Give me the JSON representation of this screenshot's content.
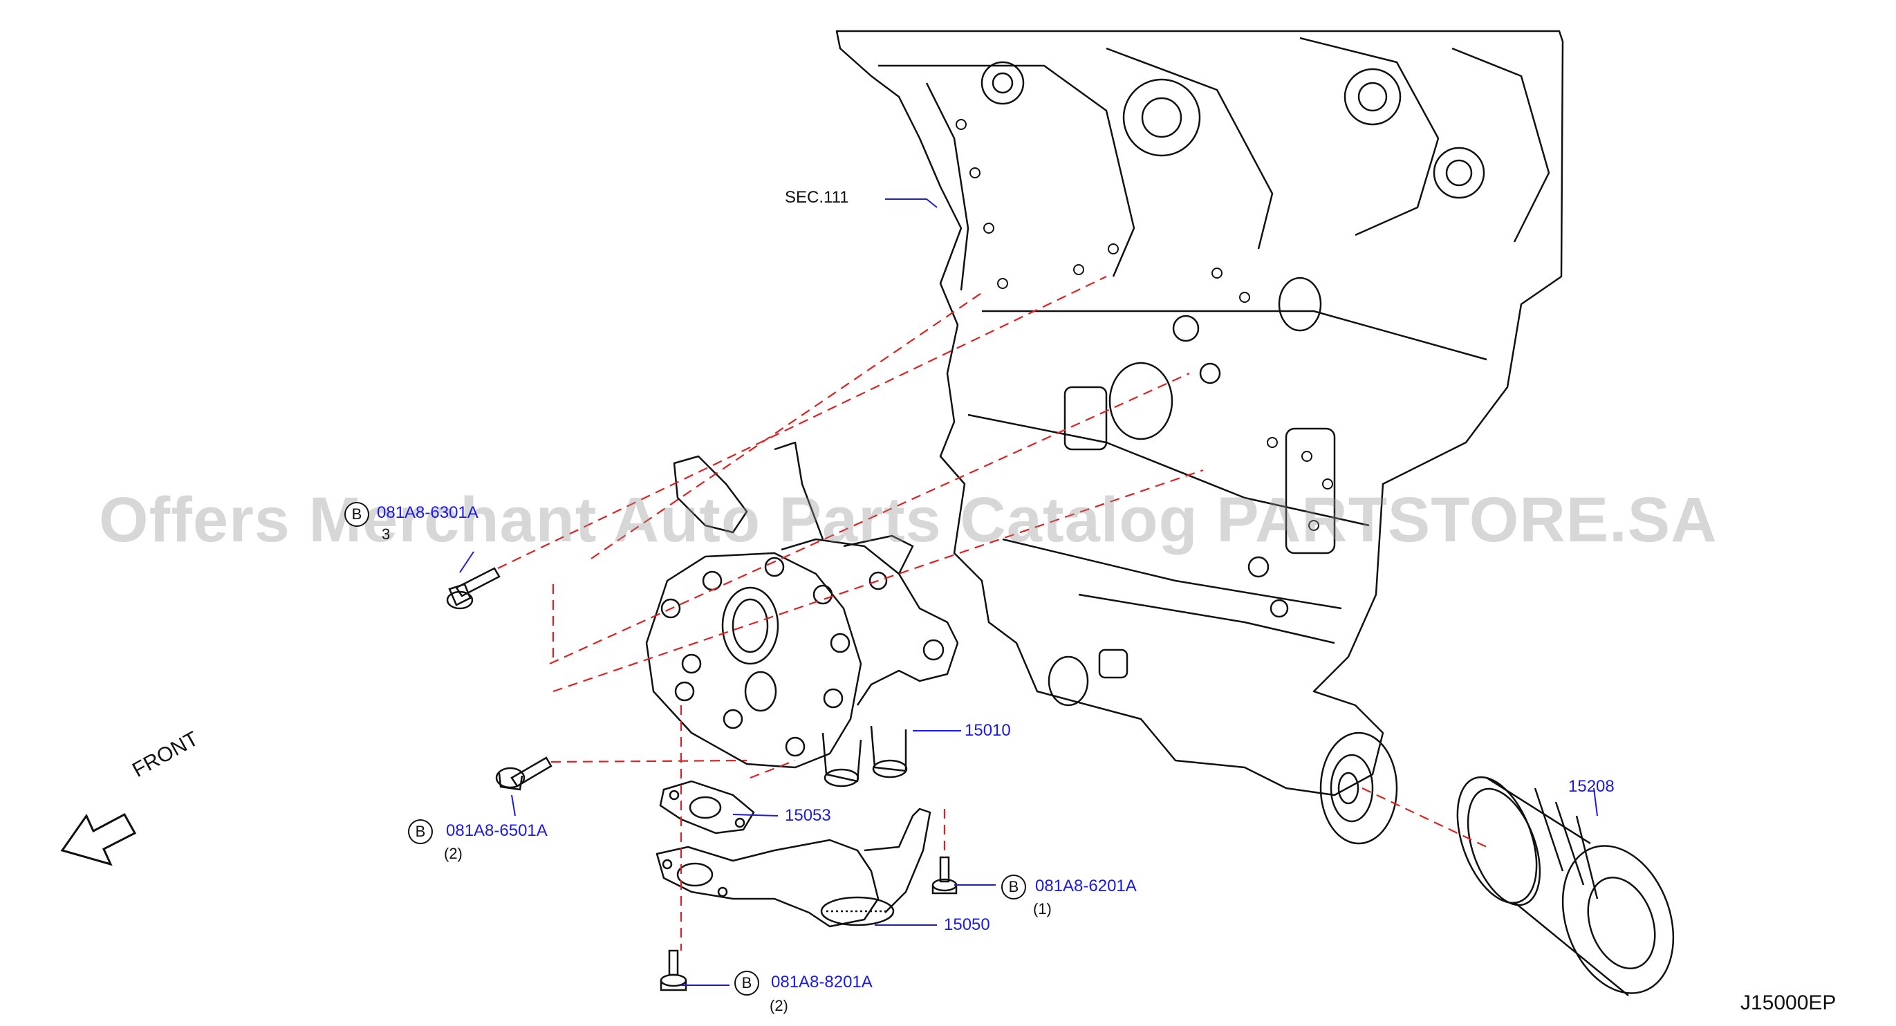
{
  "section_ref": "SEC.111",
  "diagram_id": "J15000EP",
  "front_label": "FRONT",
  "watermark": "Offers Merchant Auto Parts Catalog PARTSTORE.SA",
  "parts": [
    {
      "number": "15010"
    },
    {
      "number": "15053"
    },
    {
      "number": "15050"
    },
    {
      "number": "15208"
    }
  ],
  "bolts": [
    {
      "symbol": "B",
      "number": "081A8-6301A",
      "qty": "3"
    },
    {
      "symbol": "B",
      "number": "081A8-6501A",
      "qty": "(2)"
    },
    {
      "symbol": "B",
      "number": "081A8-6201A",
      "qty": "(1)"
    },
    {
      "symbol": "B",
      "number": "081A8-8201A",
      "qty": "(2)"
    }
  ],
  "colors": {
    "line": "#111111",
    "leader": "#1a1ae0",
    "dashed": "#e02020",
    "callout_text": "#1a1ae0"
  }
}
